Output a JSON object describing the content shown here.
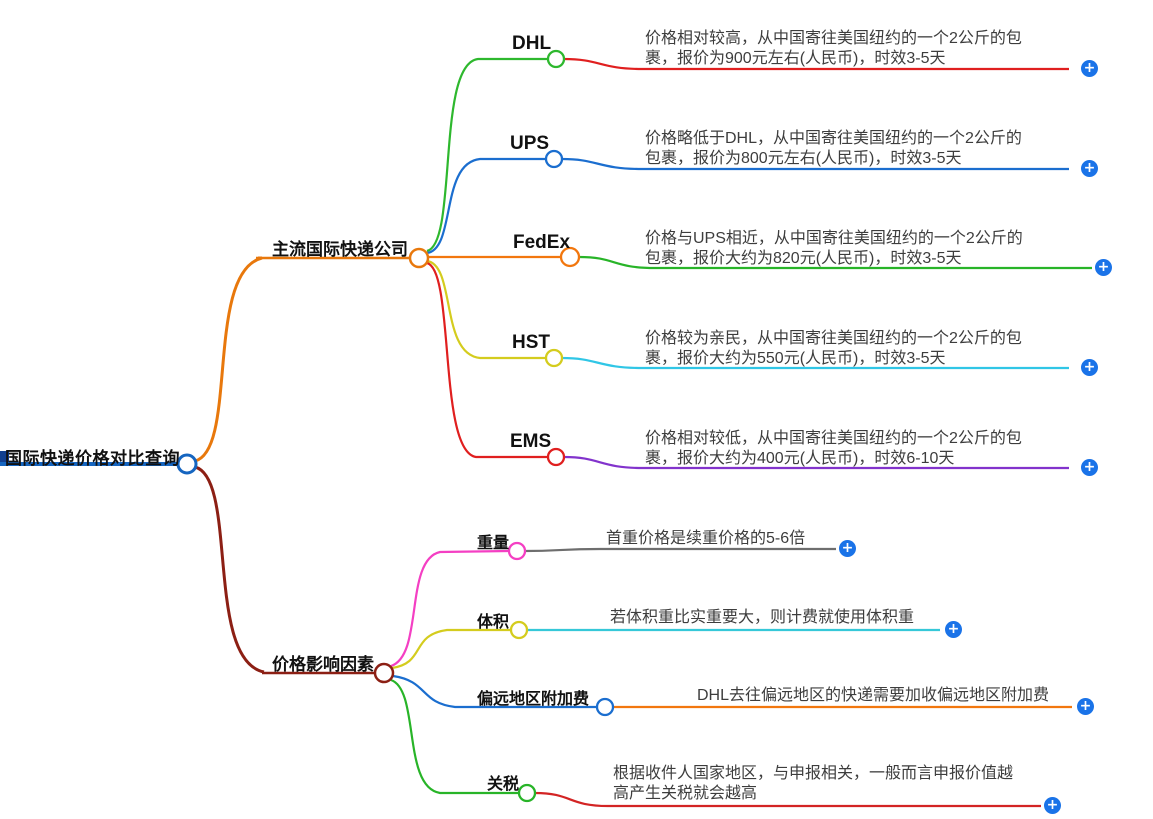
{
  "root": {
    "label": "国际快递价格对比查询"
  },
  "branches": [
    {
      "label": "主流国际快递公司",
      "children": [
        {
          "label": "DHL",
          "detail": "价格相对较高，从中国寄往美国纽约的一个2公斤的包裹，报价为900元左右(人民币)，时效3-5天"
        },
        {
          "label": "UPS",
          "detail": "价格略低于DHL，从中国寄往美国纽约的一个2公斤的包裹，报价为800元左右(人民币)，时效3-5天"
        },
        {
          "label": "FedEx",
          "detail": "价格与UPS相近，从中国寄往美国纽约的一个2公斤的包裹，报价大约为820元(人民币)，时效3-5天"
        },
        {
          "label": "HST",
          "detail": "价格较为亲民，从中国寄往美国纽约的一个2公斤的包裹，报价大约为550元(人民币)，时效3-5天"
        },
        {
          "label": "EMS",
          "detail": "价格相对较低，从中国寄往美国纽约的一个2公斤的包裹，报价大约为400元(人民币)，时效6-10天"
        }
      ]
    },
    {
      "label": "价格影响因素",
      "children": [
        {
          "label": "重量",
          "detail": "首重价格是续重价格的5-6倍"
        },
        {
          "label": "体积",
          "detail": "若体积重比实重要大，则计费就使用体积重"
        },
        {
          "label": "偏远地区附加费",
          "detail": "DHL去往偏远地区的快递需要加收偏远地区附加费"
        },
        {
          "label": "关税",
          "detail": "根据收件人国家地区，与申报相关，一般而言申报价值越高产生关税就会越高"
        }
      ]
    }
  ],
  "ui": {
    "expand_glyph": "+",
    "expand_button_color": "#1a73e8"
  },
  "colors": {
    "root_line": "#1565c0",
    "root_marker": "#123f8f",
    "branch_companies": "#e8780c",
    "branch_factors": "#8c1f14",
    "dhl": "#2eb82e",
    "dhl_leaf": "#e01f1f",
    "ups": "#1b6ecf",
    "ups_leaf": "#1b6ecf",
    "fedex": "#f2770e",
    "fedex_leaf": "#28b428",
    "hst": "#d4cc1e",
    "hst_leaf": "#30c6e6",
    "ems": "#e01f1f",
    "ems_leaf": "#8233cc",
    "weight": "#f43fc3",
    "weight_leaf": "#6e6e6e",
    "volume": "#d4cc1e",
    "volume_leaf": "#35c8d8",
    "remote": "#1b6ecf",
    "remote_leaf": "#f2770e",
    "tariff": "#28b428",
    "tariff_leaf": "#d32424"
  }
}
